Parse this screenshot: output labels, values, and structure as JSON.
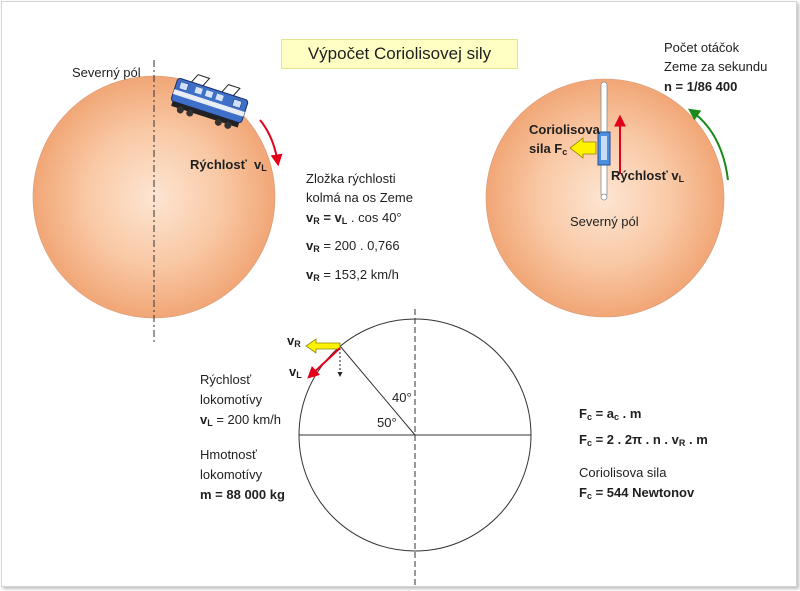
{
  "title": "Výpočet Coriolisovej sily",
  "left_globe": {
    "pole_label": "Severný pól",
    "speed_label": "Rýchlosť",
    "speed_symbol": "v",
    "speed_sub": "L"
  },
  "component": {
    "line1": "Zložka rýchlosti",
    "line2": "kolmá na os Zeme",
    "eq1_a": "v",
    "eq1_a_sub": "R",
    "eq1_b": " = v",
    "eq1_b_sub": "L",
    "eq1_c": " . cos 40°",
    "eq2_sym": "v",
    "eq2_sub": "R",
    "eq2_rest": " =  200 . 0,766",
    "eq3_sym": "v",
    "eq3_sub": "R",
    "eq3_rest": " =  153,2 km/h"
  },
  "right_globe": {
    "rot_line1": "Počet otáčok",
    "rot_line2": "Zeme za sekundu",
    "rot_value": "n = 1/86 400",
    "force_line1": "Coriolisova",
    "force_line2": "sila F",
    "force_sub": "c",
    "speed_label": "Rýchlosť  v",
    "speed_sub": "L",
    "pole_label": "Severný pól"
  },
  "circle_diagram": {
    "vr_label": "v",
    "vr_sub": "R",
    "vl_label": "v",
    "vl_sub": "L",
    "angle_top": "40°",
    "angle_bottom": "50°"
  },
  "locomotive": {
    "speed_line1": "Rýchlosť",
    "speed_line2": "lokomotívy",
    "speed_value_a": "v",
    "speed_value_sub": "L",
    "speed_value_b": " = 200 km/h",
    "mass_line1": "Hmotnosť",
    "mass_line2": "lokomotívy",
    "mass_value": "m = 88 000 kg"
  },
  "formulas": {
    "f1_a": "F",
    "f1_a_sub": "c",
    "f1_b": " = a",
    "f1_b_sub": "c",
    "f1_c": " . m",
    "f2_a": "F",
    "f2_a_sub": "c",
    "f2_b": " = 2 . 2π . n . v",
    "f2_b_sub": "R",
    "f2_c": " . m",
    "result_label": "Coriolisova sila",
    "result_a": "F",
    "result_sub": "c",
    "result_b": " = 544 Newtonov"
  },
  "colors": {
    "globe_center": "#fde2cc",
    "globe_edge": "#f2a877",
    "arrow_red": "#e3001b",
    "arrow_green": "#1a8a1a",
    "arrow_yellow": "#fff200",
    "sensor_blue": "#4c8fe0",
    "title_bg": "#ffffc4"
  },
  "icons": [
    "locomotive-icon"
  ]
}
